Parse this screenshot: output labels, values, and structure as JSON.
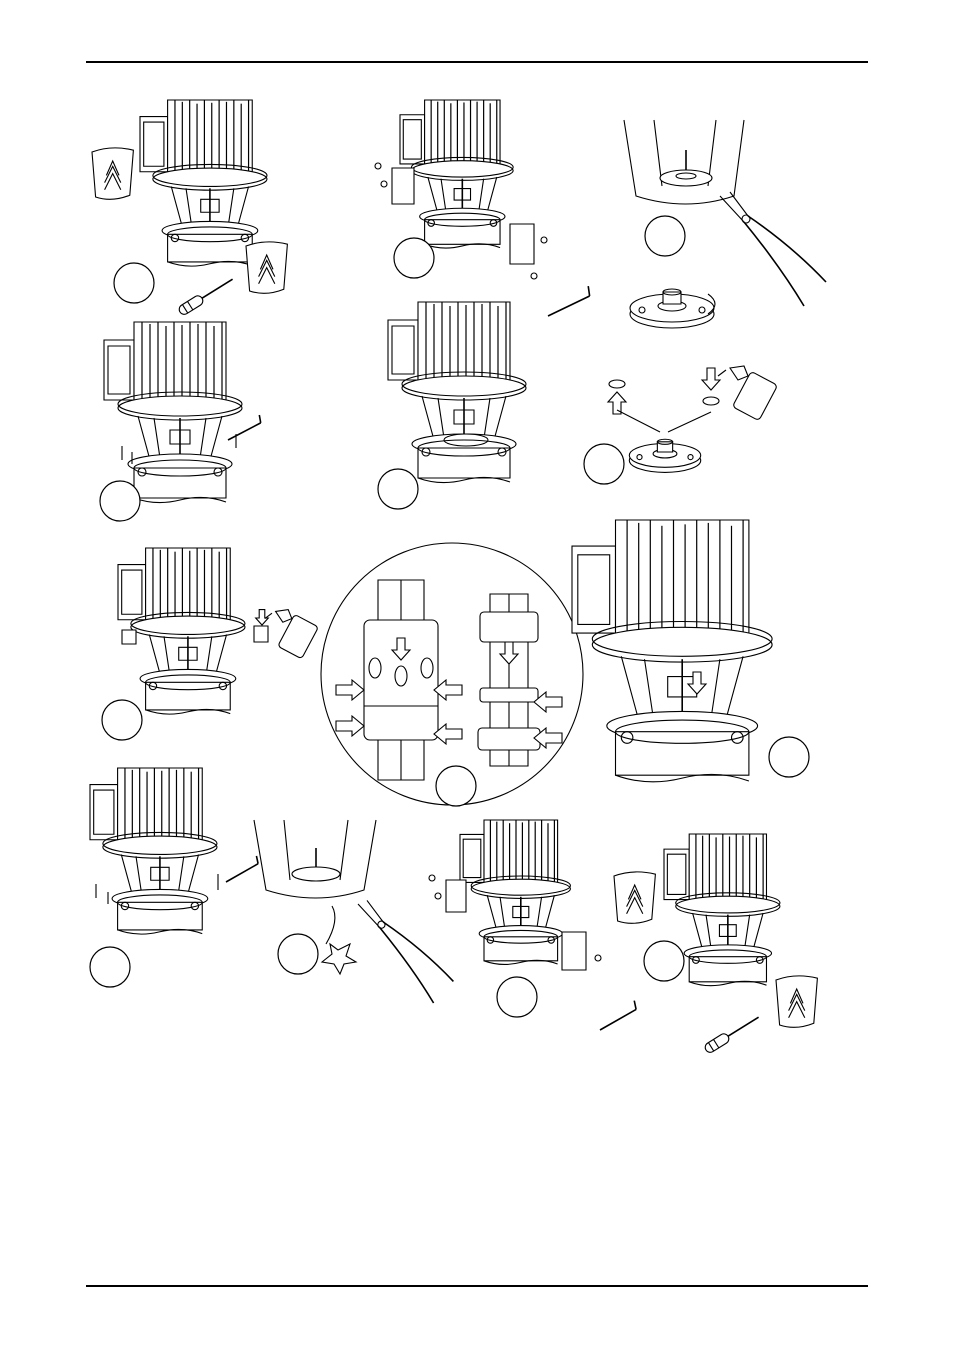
{
  "document": {
    "type": "pump maintenance illustration sheet",
    "step_markers": [
      {
        "id": 1,
        "label": ""
      },
      {
        "id": 2,
        "label": ""
      },
      {
        "id": 3,
        "label": ""
      },
      {
        "id": 4,
        "label": ""
      },
      {
        "id": 5,
        "label": ""
      },
      {
        "id": 6,
        "label": ""
      },
      {
        "id": 7,
        "label": ""
      },
      {
        "id": 8,
        "label": ""
      },
      {
        "id": 9,
        "label": ""
      },
      {
        "id": 10,
        "label": ""
      },
      {
        "id": 11,
        "label": ""
      },
      {
        "id": 12,
        "label": ""
      },
      {
        "id": 13,
        "label": ""
      }
    ],
    "icons": [
      "pump-icon",
      "screwdriver-icon",
      "allen-key-icon",
      "pliers-icon",
      "spray-bottle-icon",
      "arrow-icon"
    ],
    "colors": {
      "ink": "#000000",
      "paper": "#ffffff"
    }
  }
}
